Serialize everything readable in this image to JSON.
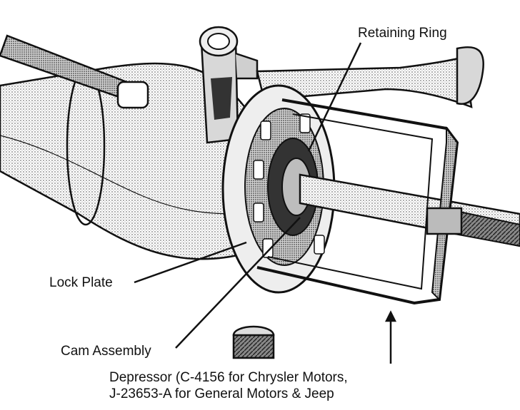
{
  "labels": {
    "retaining_ring": "Retaining Ring",
    "lock_plate": "Lock Plate",
    "cam_assembly": "Cam Assembly",
    "depressor_line1": "Depressor (C-4156 for Chrysler Motors,",
    "depressor_line2": "J-23653-A for General Motors & Jeep"
  },
  "colors": {
    "ink": "#111111",
    "shade": "#9a9a9a",
    "light_shade": "#c8c8c8",
    "paper": "#ffffff"
  }
}
